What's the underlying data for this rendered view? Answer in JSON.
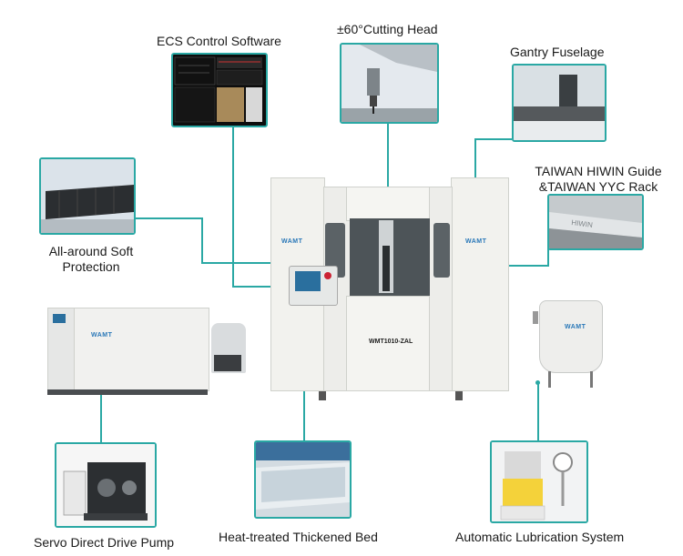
{
  "callouts": {
    "ecs": "ECS Control Software",
    "cutting_head": "±60°Cutting Head",
    "gantry": "Gantry Fuselage",
    "guide_line1": "TAIWAN HIWIN Guide",
    "guide_line2": "&TAIWAN YYC Rack",
    "soft_protection_line1": "All-around Soft",
    "soft_protection_line2": "Protection",
    "pump": "Servo Direct Drive Pump",
    "bed": "Heat-treated Thickened Bed",
    "lubrication": "Automatic Lubrication System"
  },
  "machine": {
    "brand": "WAMT",
    "model": "WMT1010-ZAL",
    "pump_brand": "WAMT",
    "tank_brand": "WAMT"
  },
  "colors": {
    "accent": "#2aa8a4",
    "machine_body": "#f2f2ee",
    "brand_blue": "#2a78b8"
  }
}
